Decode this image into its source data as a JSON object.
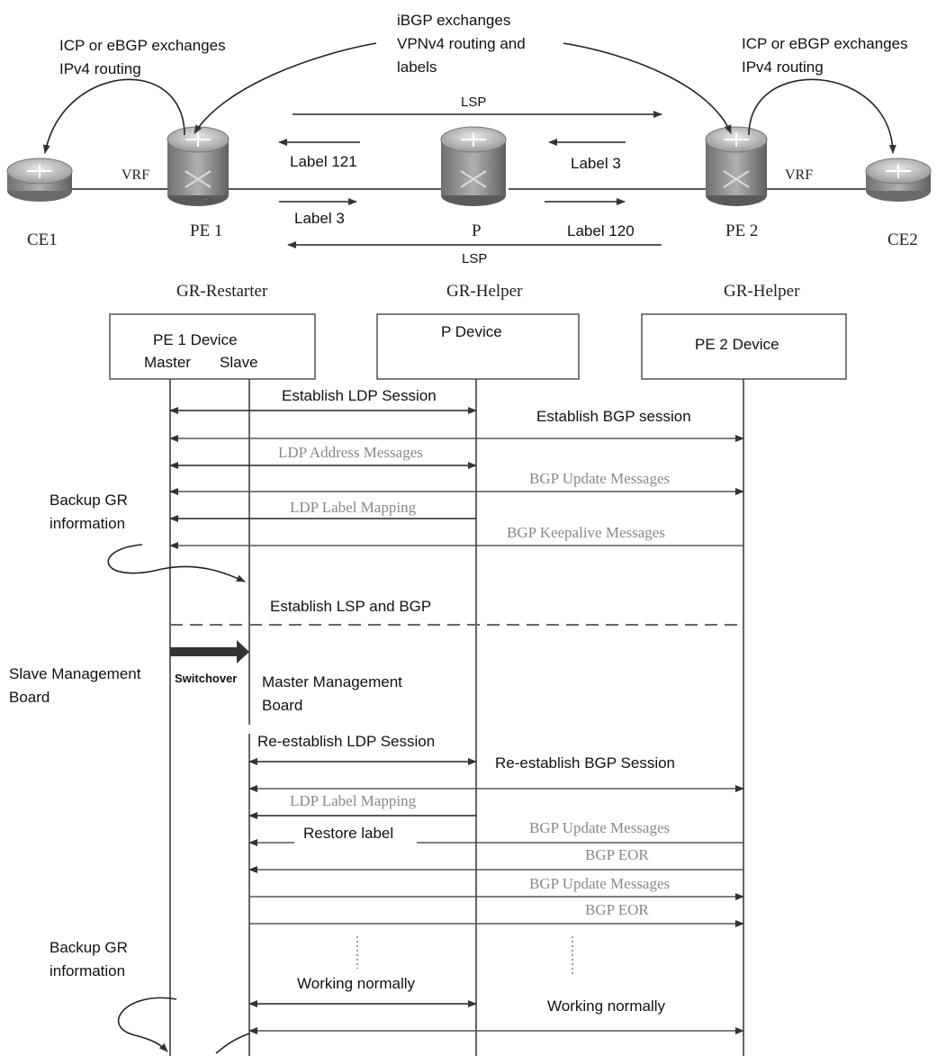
{
  "top": {
    "ibgp_note": [
      "iBGP exchanges",
      "VPNv4 routing and",
      "labels"
    ],
    "left_note": [
      "ICP or eBGP exchanges",
      "IPv4 routing"
    ],
    "right_note": [
      "ICP or eBGP exchanges",
      "IPv4 routing"
    ],
    "lsp_top": "LSP",
    "lsp_bottom": "LSP",
    "vrf_left": "VRF",
    "vrf_right": "VRF",
    "label_121": "Label 121",
    "label_3_left": "Label 3",
    "label_3_right": "Label 3",
    "label_120": "Label 120",
    "routers": {
      "ce1": "CE1",
      "pe1": "PE 1",
      "p": "P",
      "pe2": "PE 2",
      "ce2": "CE2"
    }
  },
  "roles": {
    "pe1": "GR-Restarter",
    "p": "GR-Helper",
    "pe2": "GR-Helper"
  },
  "devices": {
    "pe1_title": "PE 1 Device",
    "pe1_master": "Master",
    "pe1_slave": "Slave",
    "p_title": "P Device",
    "pe2_title": "PE 2 Device"
  },
  "messages": {
    "establish_ldp": "Establish LDP Session",
    "establish_bgp": "Establish BGP session",
    "ldp_address": "LDP Address Messages",
    "bgp_update_1": "BGP Update Messages",
    "ldp_label_1": "LDP Label Mapping",
    "bgp_keepalive": "BGP Keepalive Messages",
    "establish_lsp_bgp": "Establish LSP and BGP",
    "reestablish_ldp": "Re-establish LDP Session",
    "reestablish_bgp": "Re-establish BGP Session",
    "ldp_label_2": "LDP Label Mapping",
    "restore_label": "Restore label",
    "bgp_update_2": "BGP Update Messages",
    "bgp_eor_1": "BGP EOR",
    "bgp_update_3": "BGP Update Messages",
    "bgp_eor_2": "BGP EOR",
    "working_1": "Working normally",
    "working_2": "Working normally"
  },
  "side": {
    "backup_gr_1": [
      "Backup GR",
      "information"
    ],
    "slave_board": [
      "Slave Management",
      "Board"
    ],
    "switchover": "Switchover",
    "master_board": [
      "Master Management",
      "Board"
    ],
    "backup_gr_2": [
      "Backup GR",
      "information"
    ]
  }
}
